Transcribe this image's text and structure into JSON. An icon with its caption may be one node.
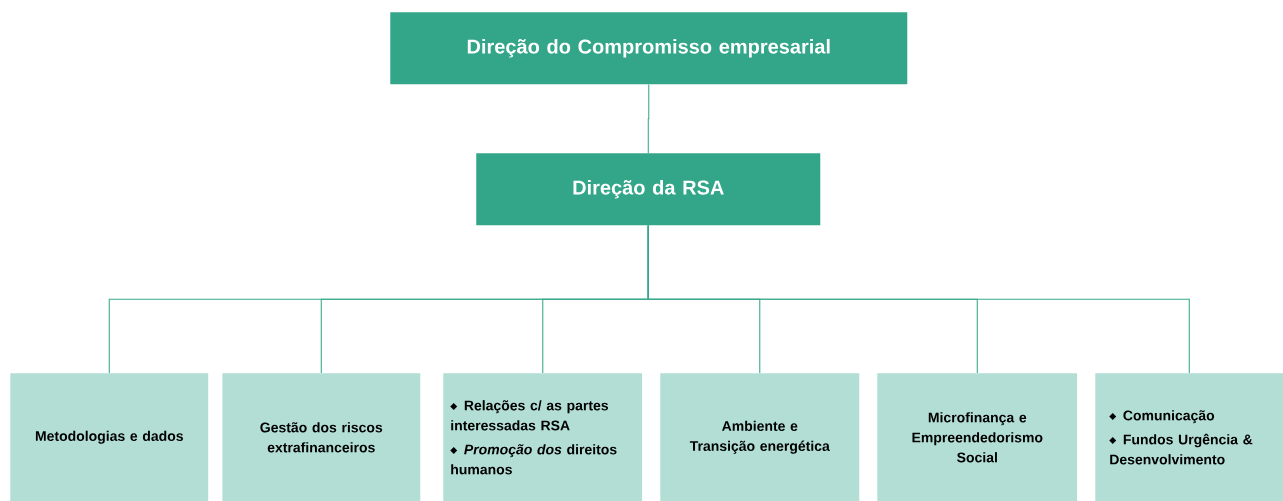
{
  "diagram": {
    "nodes": [
      {
        "text": [
          "Direção do Compromisso empresarial"
        ]
      },
      {
        "text": [
          "Direção da RSA"
        ]
      },
      {
        "text": [
          "Metodologias e dados"
        ]
      },
      {
        "text": [
          "Gestão dos riscos extrafinanceiros"
        ]
      },
      {
        "text": [
          "Relações c/ as partes interessadas RSA",
          "*Promoção dos* direitos humanos"
        ]
      },
      {
        "text": [
          "Ambiente e Transição energética"
        ]
      },
      {
        "text": [
          "Microfinança e Empreendedorismo Social"
        ]
      },
      {
        "text": [
          "Comunicação",
          "Fundos Urgência & Desenvolvimento"
        ]
      }
    ],
    "edges": [
      {
        "from": 0,
        "to": 1,
        "arrow": "none"
      },
      {
        "from": 1,
        "to": 2,
        "arrow": "none"
      },
      {
        "from": 1,
        "to": 3,
        "arrow": "none"
      },
      {
        "from": 1,
        "to": 4,
        "arrow": "none"
      },
      {
        "from": 1,
        "to": 5,
        "arrow": "none"
      },
      {
        "from": 1,
        "to": 6,
        "arrow": "none"
      },
      {
        "from": 1,
        "to": 7,
        "arrow": "none"
      }
    ]
  }
}
